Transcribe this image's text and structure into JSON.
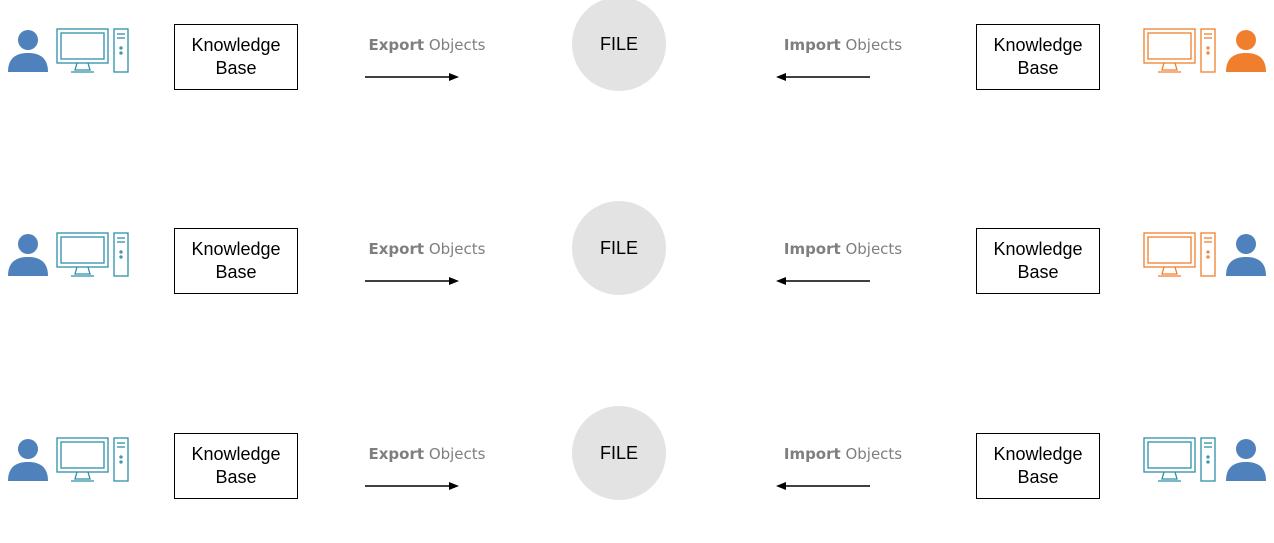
{
  "colors": {
    "blue": "#4f81bd",
    "teal": "#2e8fa7",
    "orange": "#f07f2d",
    "circle": "#e3e3e3",
    "label_gray": "#7f7f7f"
  },
  "rows": [
    {
      "left": {
        "person_icon": "person-icon",
        "person_color": "#4f81bd",
        "computer_icon": "desktop-computer-icon",
        "computer_color": "#2e8fa7",
        "kb_label": "Knowledge Base"
      },
      "export": {
        "bold": "Export",
        "rest": " Objects"
      },
      "file_label": "FILE",
      "import": {
        "bold": "Import",
        "rest": " Objects"
      },
      "right": {
        "person_icon": "person-icon",
        "person_color": "#f07f2d",
        "computer_icon": "desktop-computer-icon",
        "computer_color": "#f07f2d",
        "kb_label": "Knowledge Base"
      }
    },
    {
      "left": {
        "person_icon": "person-icon",
        "person_color": "#4f81bd",
        "computer_icon": "desktop-computer-icon",
        "computer_color": "#2e8fa7",
        "kb_label": "Knowledge Base"
      },
      "export": {
        "bold": "Export",
        "rest": " Objects"
      },
      "file_label": "FILE",
      "import": {
        "bold": "Import",
        "rest": " Objects"
      },
      "right": {
        "person_icon": "person-icon",
        "person_color": "#4f81bd",
        "computer_icon": "desktop-computer-icon",
        "computer_color": "#f07f2d",
        "kb_label": "Knowledge Base"
      }
    },
    {
      "left": {
        "person_icon": "person-icon",
        "person_color": "#4f81bd",
        "computer_icon": "desktop-computer-icon",
        "computer_color": "#2e8fa7",
        "kb_label": "Knowledge Base"
      },
      "export": {
        "bold": "Export",
        "rest": " Objects"
      },
      "file_label": "FILE",
      "import": {
        "bold": "Import",
        "rest": " Objects"
      },
      "right": {
        "person_icon": "person-icon",
        "person_color": "#4f81bd",
        "computer_icon": "desktop-computer-icon",
        "computer_color": "#2e8fa7",
        "kb_label": "Knowledge Base"
      }
    }
  ]
}
